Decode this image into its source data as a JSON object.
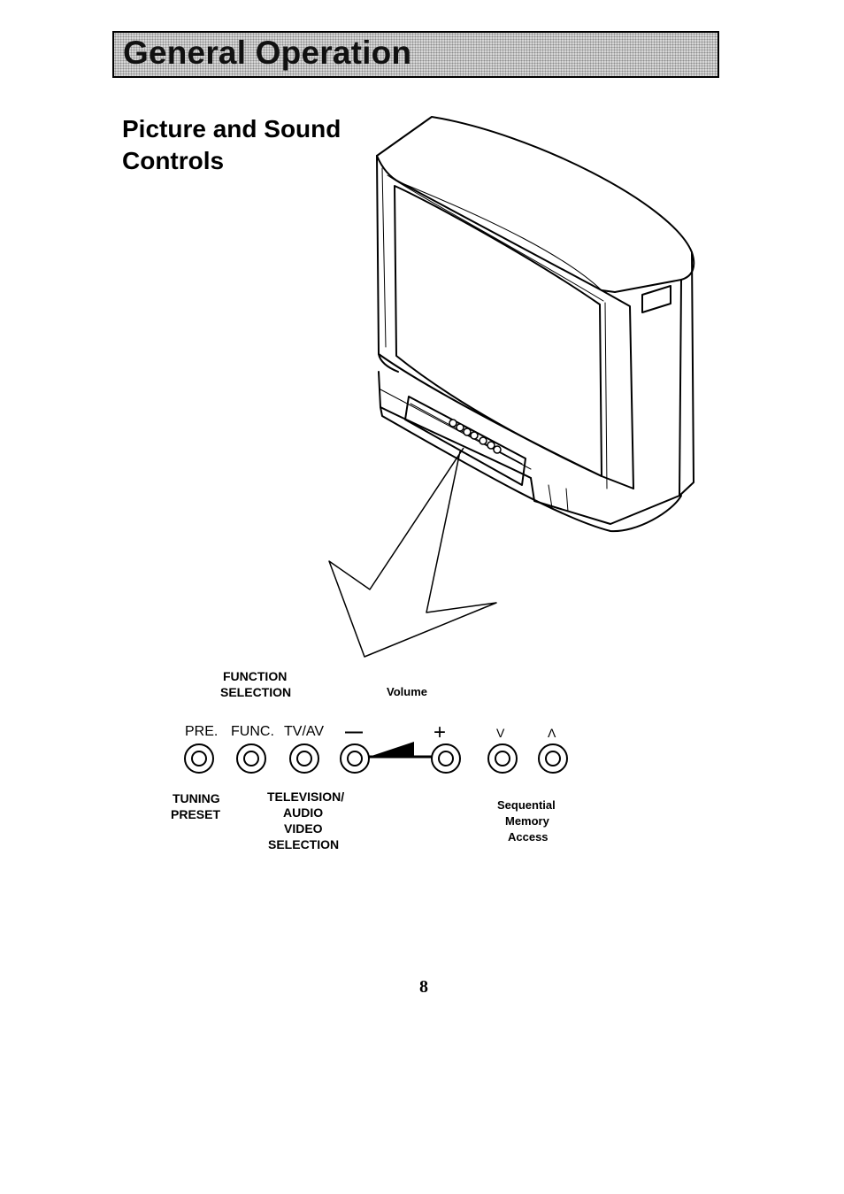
{
  "header": {
    "title": "General Operation"
  },
  "section": {
    "title_line1": "Picture and Sound",
    "title_line2": "Controls"
  },
  "labels": {
    "function_selection_1": "FUNCTION",
    "function_selection_2": "SELECTION",
    "volume": "Volume",
    "tuning_preset_1": "TUNING",
    "tuning_preset_2": "PRESET",
    "tv_av_1": "TELEVISION/",
    "tv_av_2": "AUDIO",
    "tv_av_3": "VIDEO",
    "tv_av_4": "SELECTION",
    "sequential_1": "Sequential",
    "sequential_2": "Memory",
    "sequential_3": "Access"
  },
  "buttons": [
    {
      "label": "PRE."
    },
    {
      "label": "FUNC."
    },
    {
      "label": "TV/AV"
    },
    {
      "label": "—"
    },
    {
      "label": "+"
    },
    {
      "label": "V"
    },
    {
      "label": "Λ"
    }
  ],
  "page_number": "8"
}
